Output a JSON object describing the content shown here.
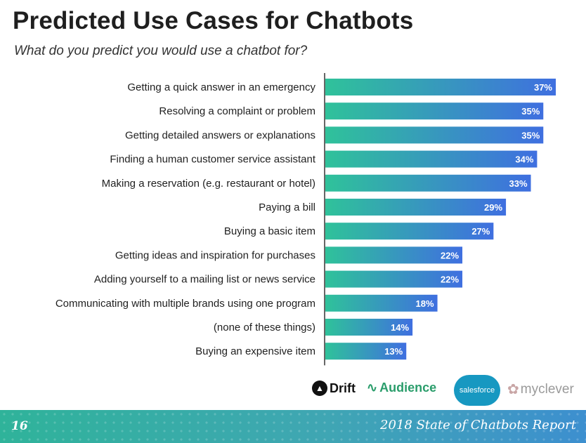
{
  "header": {
    "title": "Predicted Use Cases for Chatbots",
    "subtitle": "What do you predict you would use a chatbot for?"
  },
  "chart_data": {
    "type": "bar",
    "orientation": "horizontal",
    "title": "Predicted Use Cases for Chatbots",
    "subtitle": "What do you predict you would use a chatbot for?",
    "categories": [
      "Getting a quick answer in an emergency",
      "Resolving a complaint or problem",
      "Getting detailed answers or explanations",
      "Finding a human customer service assistant",
      "Making a reservation (e.g. restaurant or hotel)",
      "Paying a bill",
      "Buying a basic item",
      "Getting ideas and inspiration for purchases",
      "Adding yourself to a mailing list or news service",
      "Communicating with multiple brands using one program",
      "(none of these things)",
      "Buying an expensive item"
    ],
    "values": [
      37,
      35,
      35,
      34,
      33,
      29,
      27,
      22,
      22,
      18,
      14,
      13
    ],
    "value_labels": [
      "37%",
      "35%",
      "35%",
      "34%",
      "33%",
      "29%",
      "27%",
      "22%",
      "22%",
      "18%",
      "14%",
      "13%"
    ],
    "xlim": [
      0,
      37
    ],
    "grid": false,
    "legend": "none",
    "colors": {
      "gradient_start": "#2fc29a",
      "gradient_end": "#3f6fe0",
      "axis": "#333333",
      "label": "#1f1f1f"
    }
  },
  "logos": {
    "drift": "Drift",
    "audience": "Audience",
    "salesforce": "salesforce",
    "myclever": "myclever"
  },
  "footer": {
    "page_number": "16",
    "report_title": "2018 State of Chatbots Report"
  }
}
